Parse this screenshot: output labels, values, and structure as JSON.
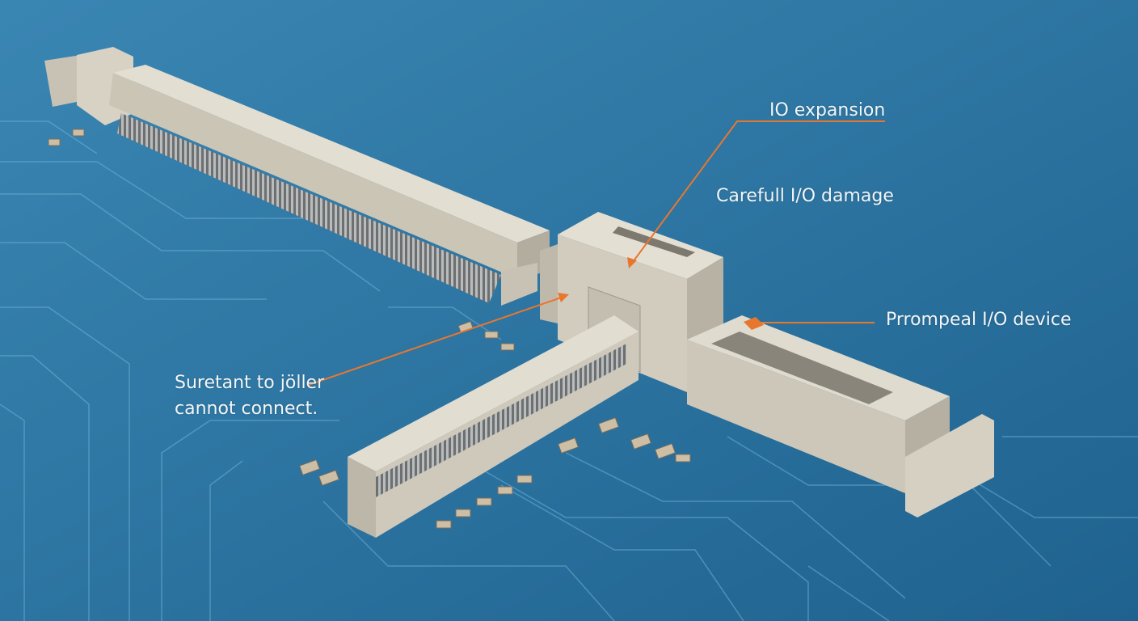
{
  "labels": {
    "io_expansion": "IO expansion",
    "careful_damage": "Carefull I/O damage",
    "peripheral_device": "Prrompeal I/O device",
    "surtant_line1": "Suretant to jöller",
    "surtant_line2": "cannot connect."
  },
  "colors": {
    "board": "#2f79a8",
    "trace": "#6fb0d6",
    "connector": "#d9d4c7",
    "callout": "#e8772e",
    "text": "#f2f6f8"
  }
}
